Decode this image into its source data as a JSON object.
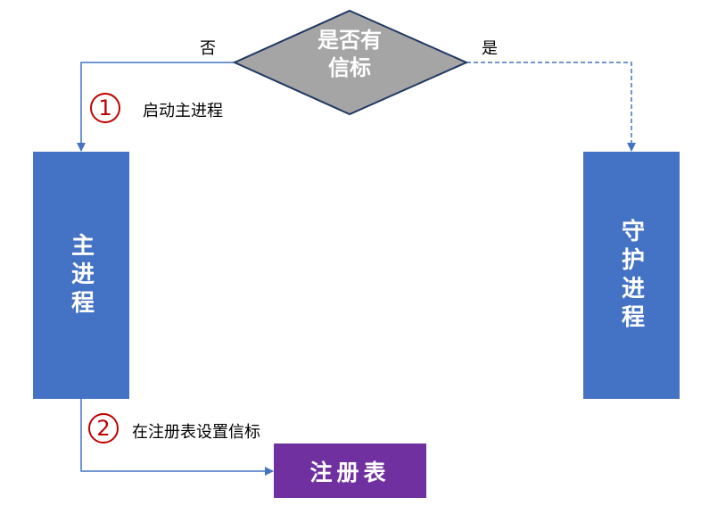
{
  "decision": {
    "text_line1": "是否有",
    "text_line2": "信标",
    "no_label": "否",
    "yes_label": "是"
  },
  "steps": [
    {
      "number": "1",
      "label": "启动主进程"
    },
    {
      "number": "2",
      "label": "在注册表设置信标"
    }
  ],
  "boxes": {
    "main_process": "主进程",
    "guard_process": "守护进程",
    "registry": "注册表"
  },
  "colors": {
    "blue": "#4472c4",
    "purple": "#7030a0",
    "gray": "#a5a5a5",
    "red": "#c00000",
    "outline": "#1f3864"
  }
}
